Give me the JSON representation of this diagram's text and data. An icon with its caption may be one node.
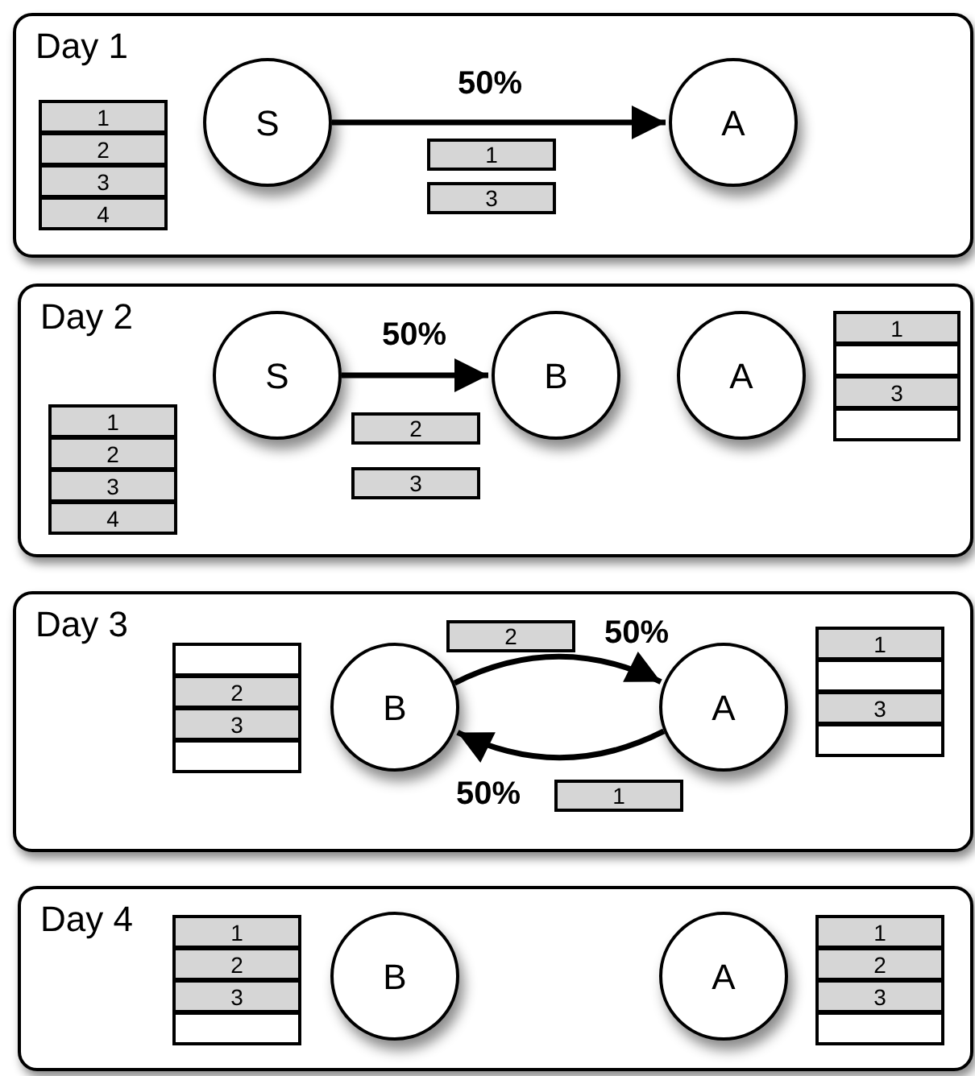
{
  "diagram": {
    "nodes": [
      {
        "text": [
          "Day 1"
        ]
      },
      {
        "text": [
          "1"
        ],
        "in": 0
      },
      {
        "text": [
          "2"
        ],
        "in": 0
      },
      {
        "text": [
          "3"
        ],
        "in": 0
      },
      {
        "text": [
          "4"
        ],
        "in": 0
      },
      {
        "text": [
          "S"
        ],
        "in": 0
      },
      {
        "text": [
          "A"
        ],
        "in": 0
      },
      {
        "text": [
          "1"
        ],
        "in": 0
      },
      {
        "text": [
          "3"
        ],
        "in": 0
      },
      {
        "text": [
          "Day 2"
        ]
      },
      {
        "text": [
          "1"
        ],
        "in": 9
      },
      {
        "text": [
          "2"
        ],
        "in": 9
      },
      {
        "text": [
          "3"
        ],
        "in": 9
      },
      {
        "text": [
          "4"
        ],
        "in": 9
      },
      {
        "text": [
          "S"
        ],
        "in": 9
      },
      {
        "text": [
          "B"
        ],
        "in": 9
      },
      {
        "text": [
          "A"
        ],
        "in": 9
      },
      {
        "text": [
          "1"
        ],
        "in": 9
      },
      {
        "text": [],
        "shape": "box",
        "in": 9
      },
      {
        "text": [
          "3"
        ],
        "in": 9
      },
      {
        "text": [],
        "shape": "box",
        "in": 9
      },
      {
        "text": [
          "2"
        ],
        "in": 9
      },
      {
        "text": [
          "3"
        ],
        "in": 9
      },
      {
        "text": [
          "Day 3"
        ]
      },
      {
        "text": [],
        "shape": "box",
        "in": 23
      },
      {
        "text": [
          "2"
        ],
        "in": 23
      },
      {
        "text": [
          "3"
        ],
        "in": 23
      },
      {
        "text": [],
        "shape": "box",
        "in": 23
      },
      {
        "text": [
          "2"
        ],
        "in": 23
      },
      {
        "text": [
          "B"
        ],
        "in": 23
      },
      {
        "text": [
          "A"
        ],
        "in": 23
      },
      {
        "text": [
          "1"
        ],
        "in": 23
      },
      {
        "text": [],
        "shape": "box",
        "in": 23
      },
      {
        "text": [
          "3"
        ],
        "in": 23
      },
      {
        "text": [],
        "shape": "box",
        "in": 23
      },
      {
        "text": [
          "1"
        ],
        "in": 23
      },
      {
        "text": [
          "Day 4"
        ]
      },
      {
        "text": [
          "1"
        ],
        "in": 36
      },
      {
        "text": [
          "2"
        ],
        "in": 36
      },
      {
        "text": [
          "3"
        ],
        "in": 36
      },
      {
        "text": [],
        "shape": "box",
        "in": 36
      },
      {
        "text": [
          "B"
        ],
        "in": 36
      },
      {
        "text": [
          "A"
        ],
        "in": 36
      },
      {
        "text": [
          "1"
        ],
        "in": 36
      },
      {
        "text": [
          "2"
        ],
        "in": 36
      },
      {
        "text": [
          "3"
        ],
        "in": 36
      },
      {
        "text": [],
        "shape": "box",
        "in": 36
      }
    ],
    "edges": [
      {
        "from": 5,
        "to": 6,
        "arrow": "to",
        "label": "50%"
      },
      {
        "from": 14,
        "to": 15,
        "arrow": "to",
        "label": "50%"
      },
      {
        "from": 29,
        "to": 30,
        "arrow": "to",
        "label": "50%"
      },
      {
        "from": 30,
        "to": 29,
        "arrow": "to",
        "label": "50%"
      }
    ]
  }
}
